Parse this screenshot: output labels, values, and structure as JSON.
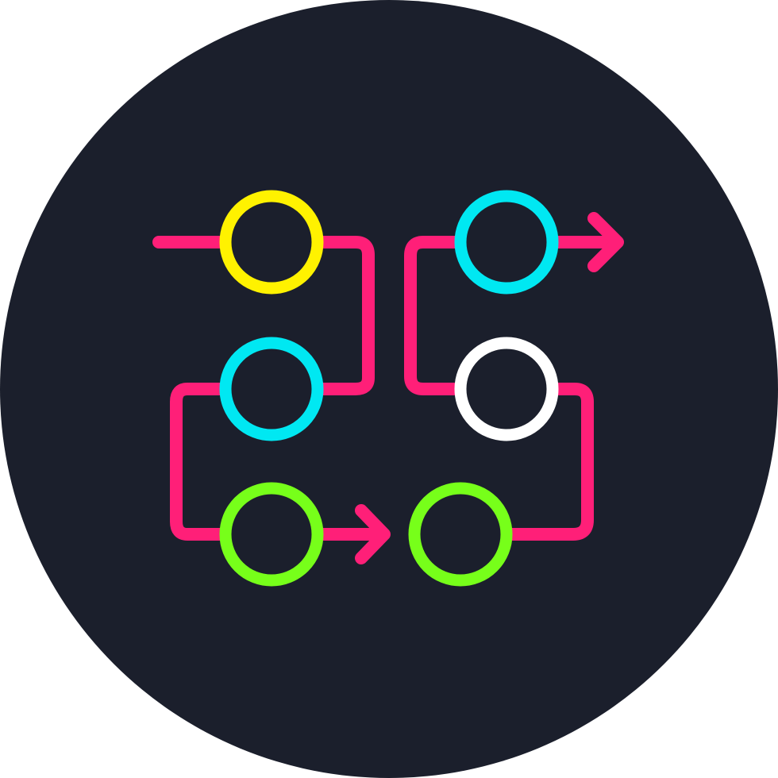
{
  "icon": {
    "name": "workflow-process-icon",
    "colors": {
      "background": "#1b1f2c",
      "connector": "#ff1f78",
      "yellow": "#fff200",
      "cyan": "#00e8f2",
      "green": "#77ff1a",
      "white": "#ffffff"
    },
    "nodes": [
      {
        "id": "node-top-left",
        "color": "yellow"
      },
      {
        "id": "node-middle-left",
        "color": "cyan"
      },
      {
        "id": "node-bottom-left",
        "color": "green"
      },
      {
        "id": "node-bottom-right",
        "color": "green"
      },
      {
        "id": "node-middle-right",
        "color": "white"
      },
      {
        "id": "node-top-right",
        "color": "cyan"
      }
    ]
  }
}
